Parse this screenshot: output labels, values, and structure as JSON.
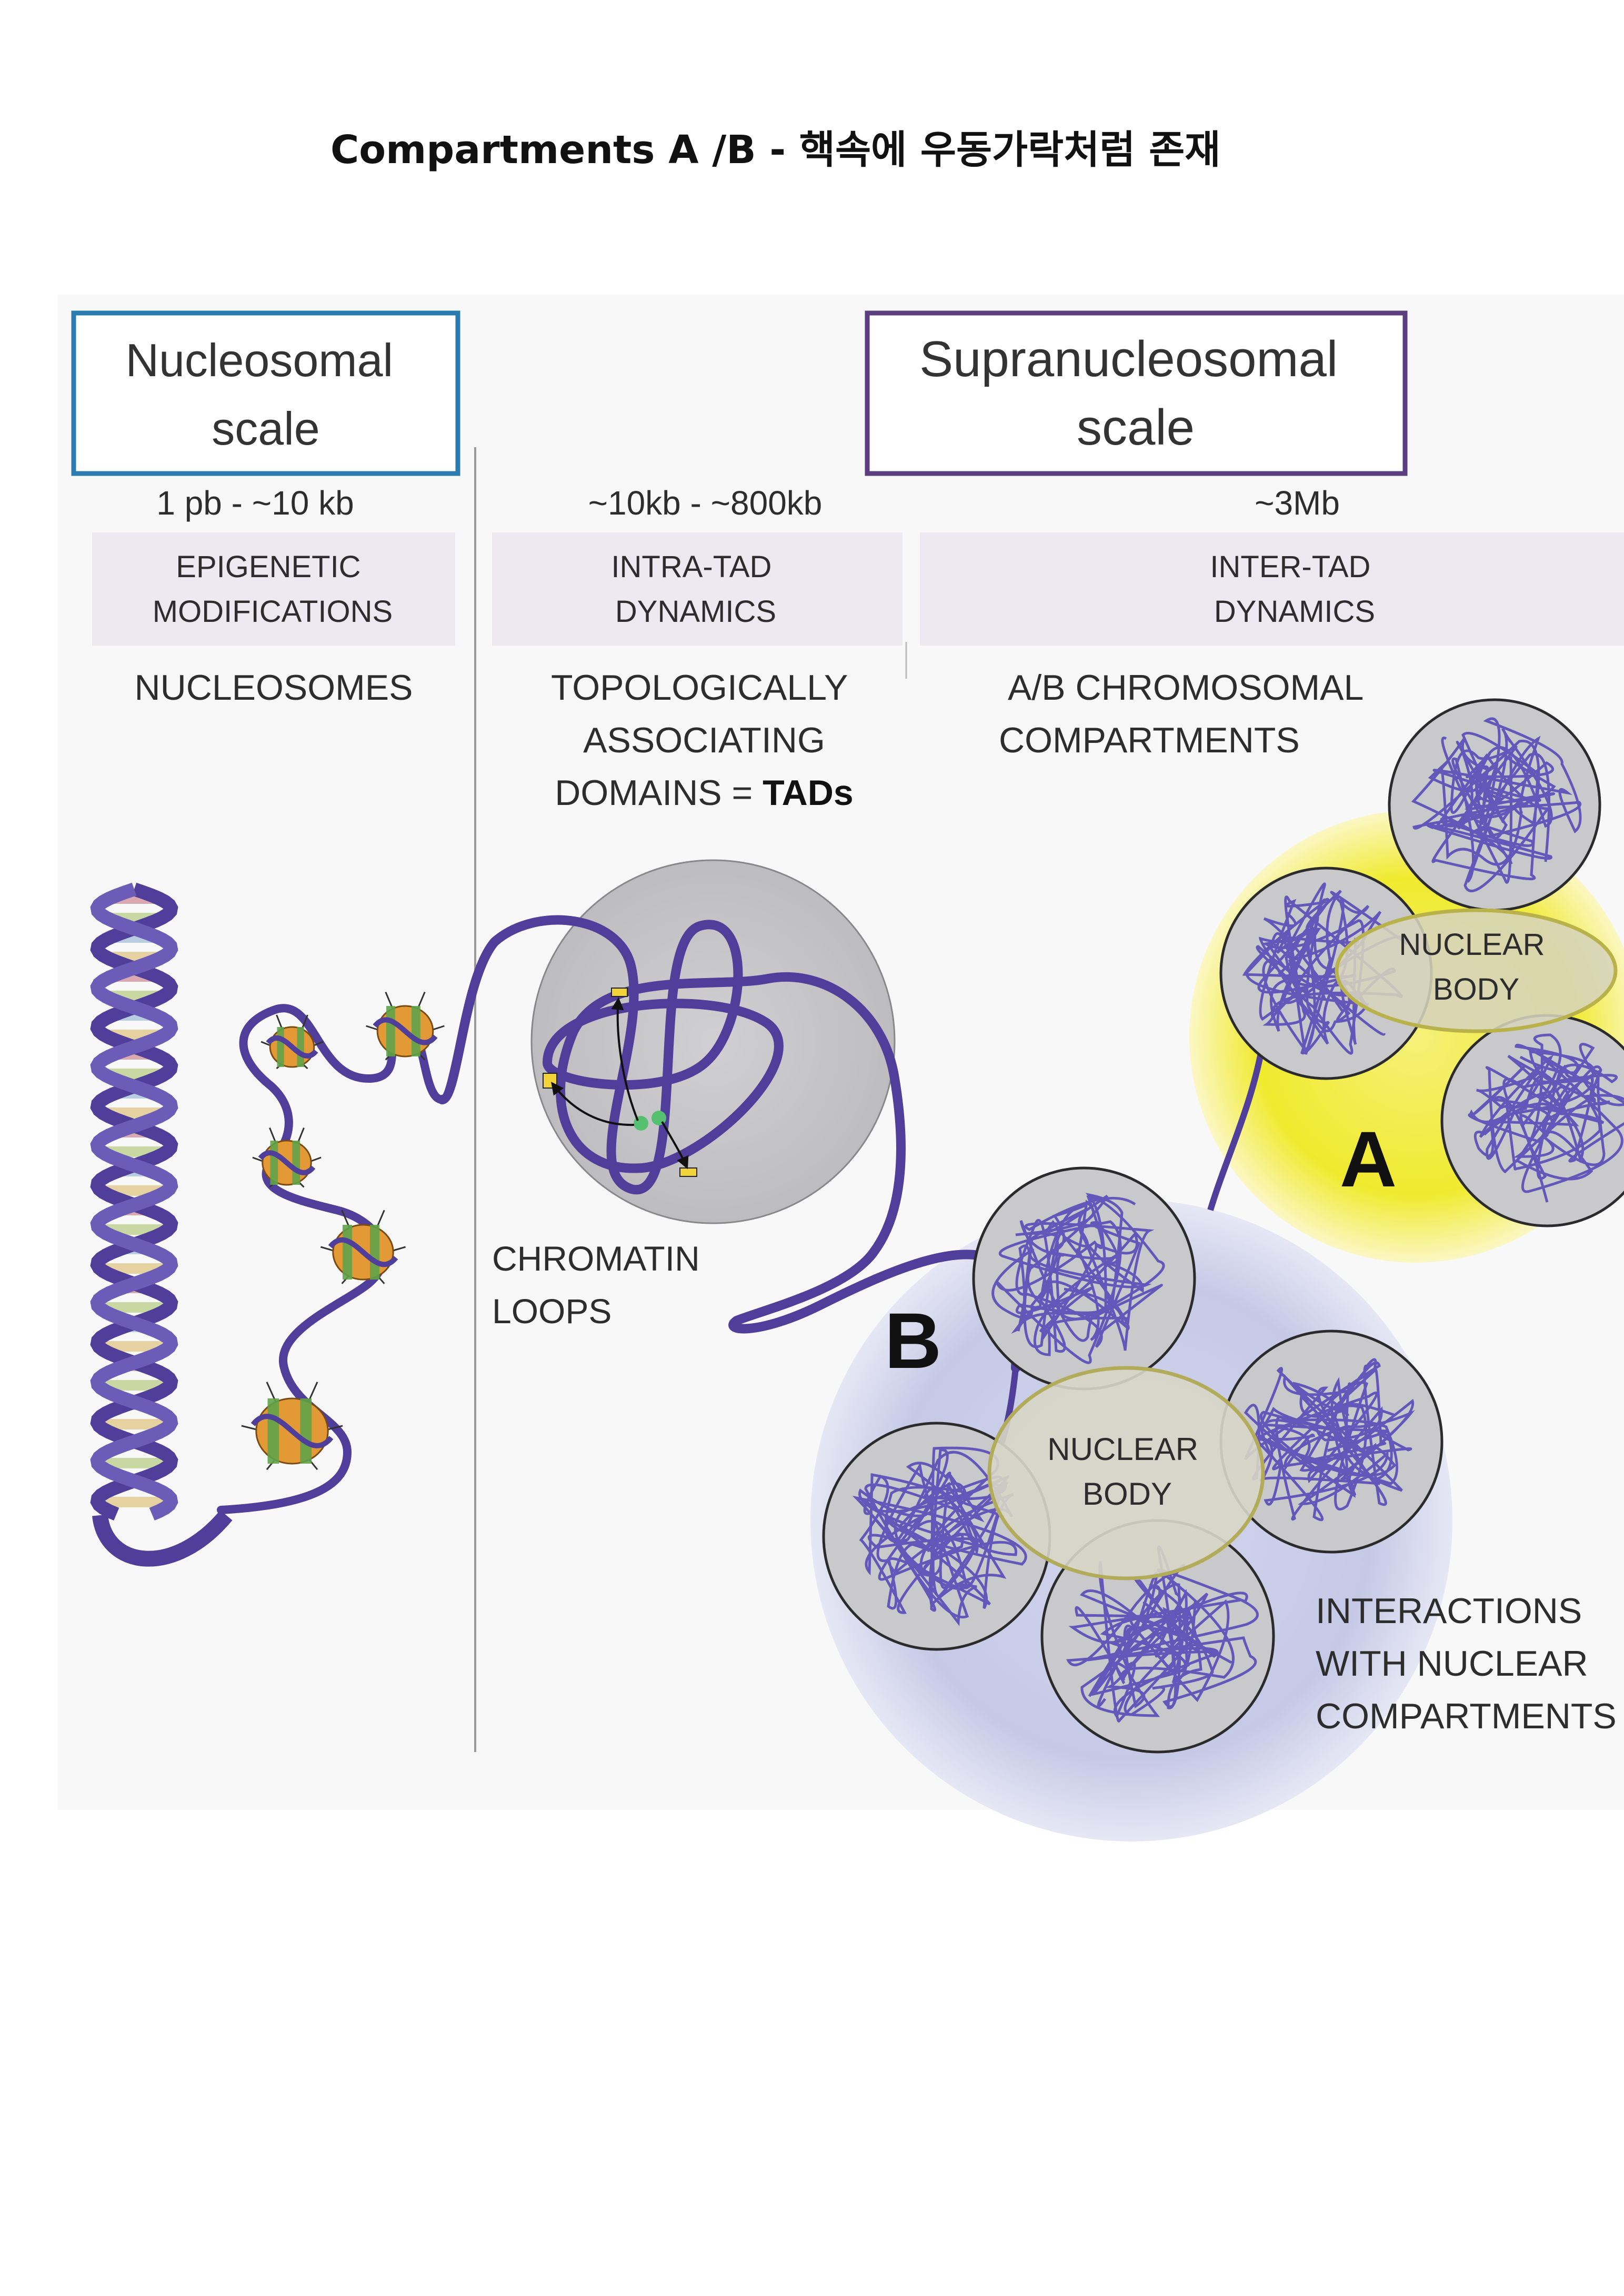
{
  "title": "Compartments A /B -  핵속에 우동가락처럼 존재",
  "headers": {
    "nucleosomal": [
      "Nucleosomal",
      "scale"
    ],
    "supranucleosomal": [
      "Supranucleosomal",
      "scale"
    ]
  },
  "ranges": {
    "col1": "1 pb - ~10 kb",
    "col2": "~10kb - ~800kb",
    "col3": "~3Mb"
  },
  "dynamics": {
    "col1": [
      "EPIGENETIC",
      "MODIFICATIONS"
    ],
    "col2": [
      "INTRA-TAD",
      "DYNAMICS"
    ],
    "col3": [
      "INTER-TAD",
      "DYNAMICS"
    ]
  },
  "levels": {
    "nucleosomes": "NUCLEOSOMES",
    "tads": [
      "TOPOLOGICALLY",
      "ASSOCIATING",
      "DOMAINS = ",
      "TADs"
    ],
    "compartments": [
      "A/B CHROMOSOMAL",
      "COMPARTMENTS"
    ]
  },
  "annotations": {
    "chromatin_loops": [
      "CHROMATIN",
      "LOOPS"
    ],
    "nuclear_body_a": [
      "NUCLEAR",
      "BODY"
    ],
    "nuclear_body_b": [
      "NUCLEAR",
      "BODY"
    ],
    "compartment_a": "A",
    "compartment_b": "B",
    "interactions": [
      "INTERACTIONS",
      "WITH NUCLEAR",
      "COMPARTMENTS"
    ]
  },
  "colors": {
    "nucleosomal_box": "#2b7bb0",
    "supranucleosomal_box": "#5b3d80",
    "chromatin_fiber": "#4f3f9a",
    "compartment_a_fill": "#f0ea2e",
    "compartment_b_fill": "#c9cce8",
    "tad_circle": "#c9c9cb",
    "dynamics_band": "#ece9f0"
  }
}
